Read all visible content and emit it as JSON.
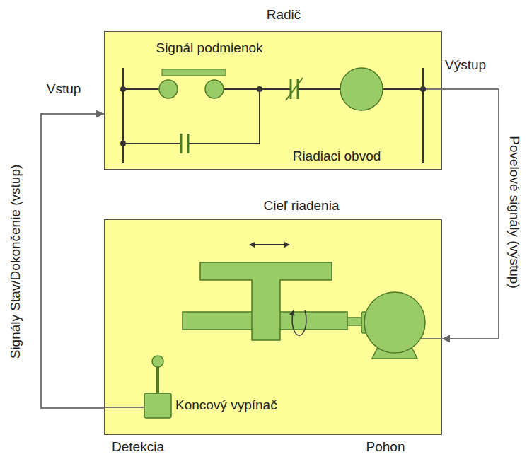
{
  "diagram": {
    "nodes": [
      {
        "text": [
          "Radič",
          "Signál podmienok",
          "Riadiaci obvod"
        ]
      },
      {
        "text": [
          "Cieľ riadenia",
          "Koncový vypínač"
        ]
      }
    ],
    "edges": [
      {
        "from": 1,
        "to": 0,
        "arrow": "to",
        "label": "Signály Stav/Dokončenie (vstup)"
      },
      {
        "from": 0,
        "to": 1,
        "arrow": "to",
        "label": "Povelové signály (výstup)"
      }
    ],
    "labels": [
      "Vstup",
      "Výstup",
      "Detekcia",
      "Pohon"
    ]
  }
}
